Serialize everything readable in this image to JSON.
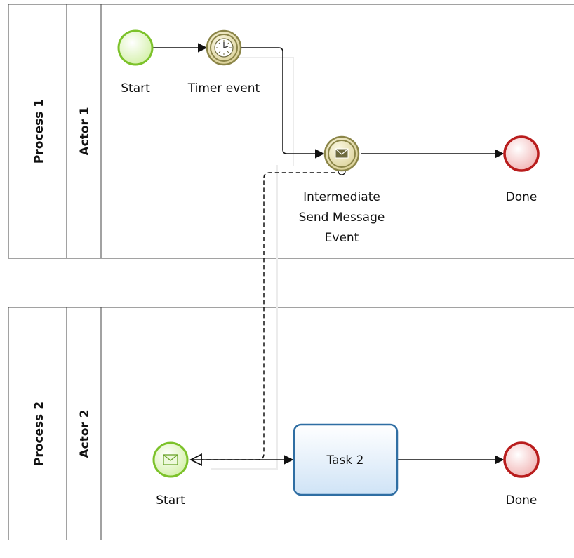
{
  "pools": [
    {
      "id": "process-1",
      "label": "Process 1",
      "lane": "Actor 1"
    },
    {
      "id": "process-2",
      "label": "Process 2",
      "lane": "Actor 2"
    }
  ],
  "nodes": {
    "p1_start": {
      "label": "Start",
      "type": "start-event"
    },
    "p1_timer": {
      "label": "Timer event",
      "type": "intermediate-timer-event"
    },
    "p1_send": {
      "label_lines": [
        "Intermediate",
        "Send Message",
        "Event"
      ],
      "type": "intermediate-send-message-event"
    },
    "p1_done": {
      "label": "Done",
      "type": "end-event"
    },
    "p2_start": {
      "label": "Start",
      "type": "message-start-event"
    },
    "p2_task": {
      "label": "Task 2",
      "type": "task"
    },
    "p2_done": {
      "label": "Done",
      "type": "end-event"
    }
  },
  "colors": {
    "start_fill": "#e6f7c9",
    "start_stroke": "#7cc22a",
    "end_fill": "#f4cccc",
    "end_stroke": "#b91d1d",
    "intermediate_fill": "#e8e0b2",
    "intermediate_stroke": "#8b8548",
    "task_fill": "#dbeaf8",
    "task_stroke": "#2f6ea3"
  },
  "icons": [
    "clock-icon",
    "envelope-icon"
  ]
}
